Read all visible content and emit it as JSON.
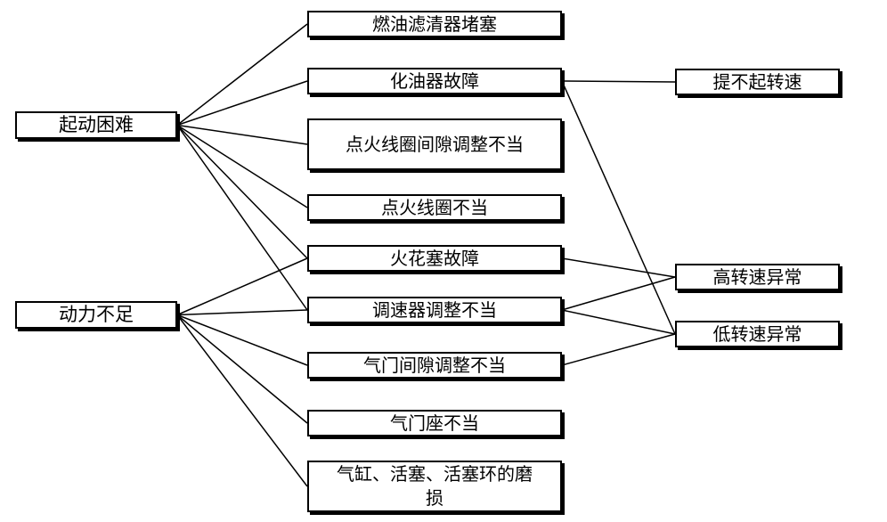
{
  "nodes": {
    "start_difficulty": "起动困难",
    "power_lack": "动力不足",
    "fuel_filter": "燃油滤清器堵塞",
    "carburetor": "化油器故障",
    "coil_gap": "点火线圈间隙调整不当",
    "coil": "点火线圈不当",
    "spark_plug": "火花塞故障",
    "governor": "调速器调整不当",
    "valve_gap": "气门间隙调整不当",
    "valve_seat": "气门座不当",
    "cylinder_wear": "气缸、活塞、活塞环的磨损",
    "no_speed_up": "提不起转速",
    "high_speed_abnormal": "高转速异常",
    "low_speed_abnormal": "低转速异常"
  },
  "edges": [
    [
      "start_difficulty",
      "fuel_filter"
    ],
    [
      "start_difficulty",
      "carburetor"
    ],
    [
      "start_difficulty",
      "coil_gap"
    ],
    [
      "start_difficulty",
      "coil"
    ],
    [
      "start_difficulty",
      "spark_plug"
    ],
    [
      "start_difficulty",
      "governor"
    ],
    [
      "power_lack",
      "spark_plug"
    ],
    [
      "power_lack",
      "governor"
    ],
    [
      "power_lack",
      "valve_gap"
    ],
    [
      "power_lack",
      "valve_seat"
    ],
    [
      "power_lack",
      "cylinder_wear"
    ],
    [
      "carburetor",
      "no_speed_up"
    ],
    [
      "carburetor",
      "low_speed_abnormal"
    ],
    [
      "spark_plug",
      "high_speed_abnormal"
    ],
    [
      "governor",
      "high_speed_abnormal"
    ],
    [
      "governor",
      "low_speed_abnormal"
    ],
    [
      "valve_gap",
      "low_speed_abnormal"
    ]
  ]
}
